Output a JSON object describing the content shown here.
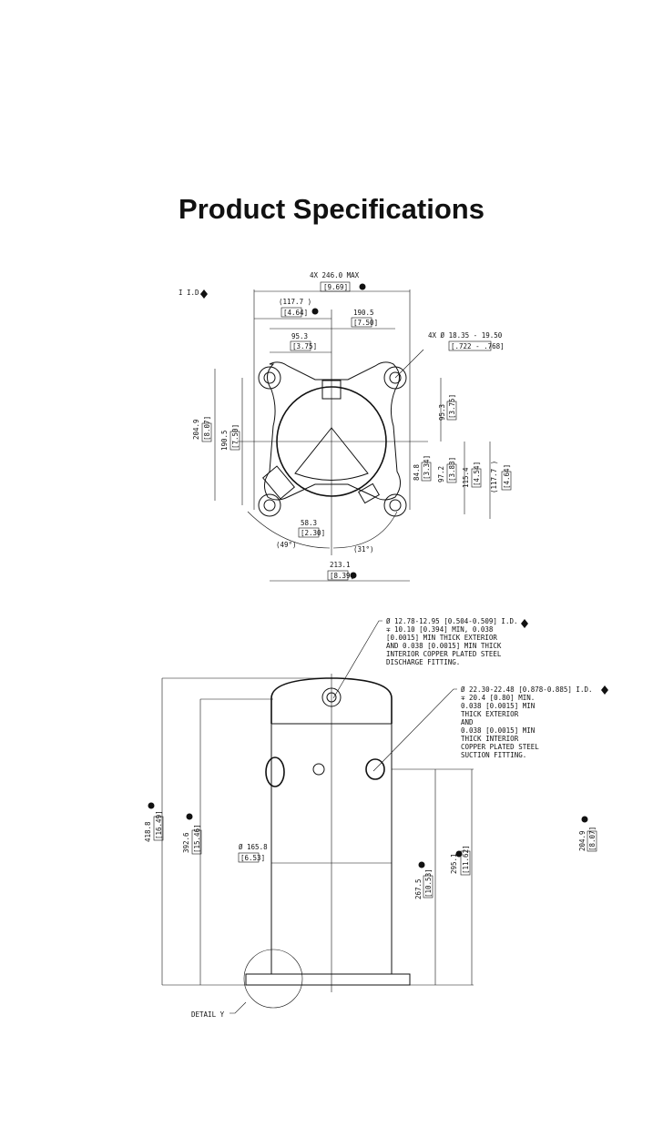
{
  "page": {
    "title": "Product Specifications"
  },
  "top_view": {
    "id_note": "I I.D.",
    "overall_max": "4X 246.0 MAX",
    "overall_max_in": "[9.69]",
    "offset": "(117.7 )",
    "offset_in": "[4.64]",
    "bolt_span": "190.5",
    "bolt_span_in": "[7.50]",
    "half_span": "95.3",
    "half_span_in": "[3.75]",
    "hole": "4X  Ø 18.35 - 19.50",
    "hole_in": "[.722 - .768]",
    "left_overall": "204.9",
    "left_overall_in": "[8.07]",
    "left_span": "190.5",
    "left_span_in": "[7.50]",
    "right_half": "95.3",
    "right_half_in": "[3.75]",
    "dim_84": "84.8",
    "dim_84_in": "[3.34]",
    "dim_97": "97.2",
    "dim_97_in": "[3.83]",
    "dim_115": "115.4",
    "dim_115_in": "[4.54]",
    "dim_117": "(117.7 )",
    "dim_117_in": "[4.64]",
    "dim_58": "58.3",
    "dim_58_in": "[2.30]",
    "angle_left": "(49°)",
    "angle_right": "(31°)",
    "width": "213.1",
    "width_in": "[8.39]"
  },
  "side_view": {
    "discharge_note": [
      "Ø 12.78-12.95 [0.504-0.509] I.D.",
      "∓ 10.10 [0.394] MIN, 0.038",
      "[0.0015] MIN THICK EXTERIOR",
      "AND 0.038 [0.0015] MIN THICK",
      "INTERIOR COPPER PLATED STEEL",
      "DISCHARGE FITTING."
    ],
    "suction_note": [
      "Ø 22.30-22.48 [0.878-0.885] I.D.",
      "∓ 20.4 [0.80] MIN.",
      "0.038 [0.0015] MIN",
      "THICK EXTERIOR",
      "AND",
      "0.038 [0.0015] MIN",
      "THICK INTERIOR",
      "COPPER PLATED STEEL",
      "SUCTION FITTING."
    ],
    "height": "418.8",
    "height_in": "[16.49]",
    "body_height": "392.6",
    "body_height_in": "[15.46]",
    "diameter": "Ø 165.8",
    "diameter_in": "[6.53]",
    "dim_267": "267.5",
    "dim_267_in": "[10.53]",
    "dim_295": "295.1",
    "dim_295_in": "[11.62]",
    "dim_204": "204.9",
    "dim_204_in": "[8.07]",
    "detail": "DETAIL  Y"
  }
}
